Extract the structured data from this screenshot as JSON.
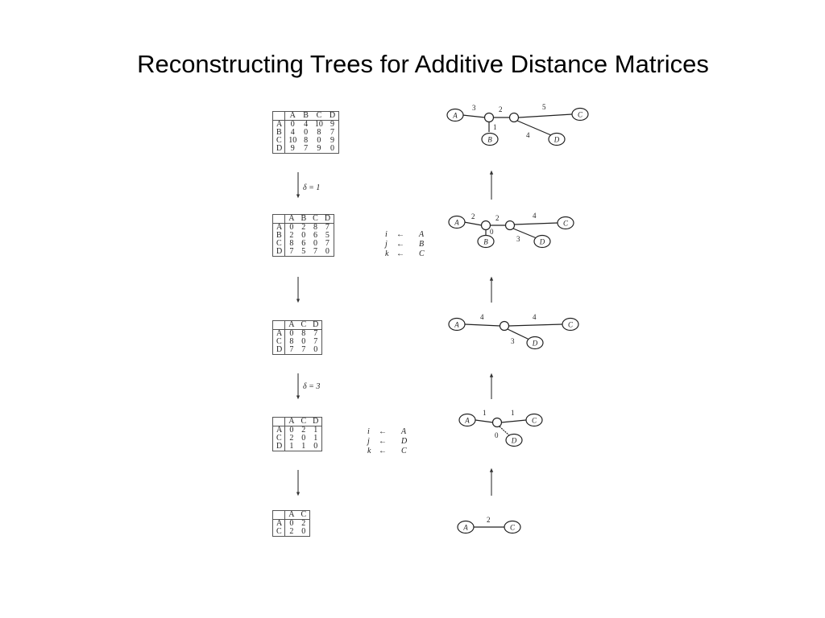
{
  "title": "Reconstructing Trees for Additive Distance Matrices",
  "matrices": [
    {
      "cols": [
        "A",
        "B",
        "C",
        "D"
      ],
      "rows": [
        {
          "label": "A",
          "cells": [
            "0",
            "4",
            "10",
            "9"
          ]
        },
        {
          "label": "B",
          "cells": [
            "4",
            "0",
            "8",
            "7"
          ]
        },
        {
          "label": "C",
          "cells": [
            "10",
            "8",
            "0",
            "9"
          ]
        },
        {
          "label": "D",
          "cells": [
            "9",
            "7",
            "9",
            "0"
          ]
        }
      ]
    },
    {
      "cols": [
        "A",
        "B",
        "C",
        "D"
      ],
      "rows": [
        {
          "label": "A",
          "cells": [
            "0",
            "2",
            "8",
            "7"
          ]
        },
        {
          "label": "B",
          "cells": [
            "2",
            "0",
            "6",
            "5"
          ]
        },
        {
          "label": "C",
          "cells": [
            "8",
            "6",
            "0",
            "7"
          ]
        },
        {
          "label": "D",
          "cells": [
            "7",
            "5",
            "7",
            "0"
          ]
        }
      ]
    },
    {
      "cols": [
        "A",
        "C",
        "D"
      ],
      "rows": [
        {
          "label": "A",
          "cells": [
            "0",
            "8",
            "7"
          ]
        },
        {
          "label": "C",
          "cells": [
            "8",
            "0",
            "7"
          ]
        },
        {
          "label": "D",
          "cells": [
            "7",
            "7",
            "0"
          ]
        }
      ]
    },
    {
      "cols": [
        "A",
        "C",
        "D"
      ],
      "rows": [
        {
          "label": "A",
          "cells": [
            "0",
            "2",
            "1"
          ]
        },
        {
          "label": "C",
          "cells": [
            "2",
            "0",
            "1"
          ]
        },
        {
          "label": "D",
          "cells": [
            "1",
            "1",
            "0"
          ]
        }
      ]
    },
    {
      "cols": [
        "A",
        "C"
      ],
      "rows": [
        {
          "label": "A",
          "cells": [
            "0",
            "2"
          ]
        },
        {
          "label": "C",
          "cells": [
            "2",
            "0"
          ]
        }
      ]
    }
  ],
  "deltas": [
    "δ = 1",
    "",
    "δ = 3",
    ""
  ],
  "assignments": [
    {
      "i": "A",
      "j": "B",
      "k": "C"
    },
    {
      "i": "A",
      "j": "D",
      "k": "C"
    }
  ],
  "assign_labels": {
    "i": "i",
    "j": "j",
    "k": "k",
    "arrow": "←"
  },
  "trees": [
    {
      "leaves": [
        "A",
        "B",
        "C",
        "D"
      ],
      "edge_weights": {
        "A": "3",
        "internal": "2",
        "C": "5",
        "B": "1",
        "D": "4"
      }
    },
    {
      "leaves": [
        "A",
        "B",
        "C",
        "D"
      ],
      "edge_weights": {
        "A": "2",
        "internal": "2",
        "C": "4",
        "B": "0",
        "D": "3"
      }
    },
    {
      "leaves": [
        "A",
        "C",
        "D"
      ],
      "edge_weights": {
        "A": "4",
        "C": "4",
        "D": "3"
      }
    },
    {
      "leaves": [
        "A",
        "C",
        "D"
      ],
      "edge_weights": {
        "A": "1",
        "C": "1",
        "D": "0"
      }
    },
    {
      "leaves": [
        "A",
        "C"
      ],
      "edge_weights": {
        "AC": "2"
      }
    }
  ]
}
